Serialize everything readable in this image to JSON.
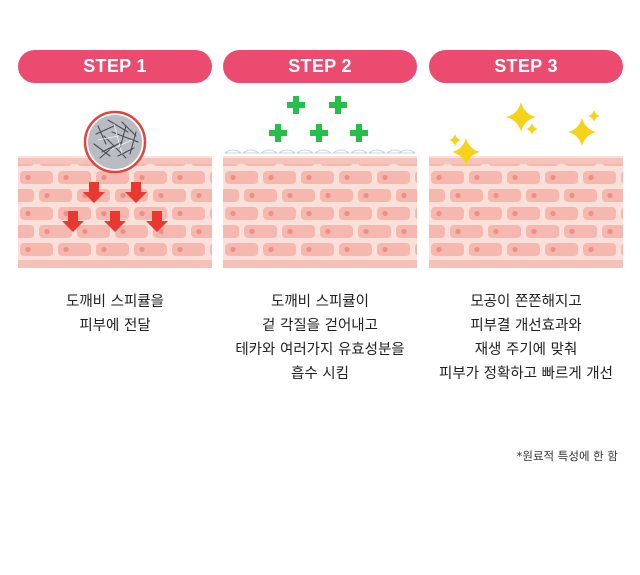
{
  "steps": [
    {
      "label": "STEP 1",
      "lines": [
        "도깨비 스피큘을",
        "피부에 전달"
      ]
    },
    {
      "label": "STEP 2",
      "lines": [
        "도깨비 스피큘이",
        "겉 각질을 걷어내고",
        "테카와 여러가지 유효성분을",
        "흡수 시킴"
      ]
    },
    {
      "label": "STEP 3",
      "lines": [
        "모공이 쫀쫀해지고",
        "피부결 개선효과와",
        "재생 주기에 맞춰",
        "피부가 정확하고 빠르게 개선"
      ]
    }
  ],
  "note": "*원료적 특성에 한 함",
  "colors": {
    "accent": "#ea4b6f",
    "skin_fill": "#fbe0da",
    "skin_brick": "#f6b8ae",
    "arrow": "#e8382f",
    "plus": "#23c14a",
    "sparkle": "#f5d31a"
  }
}
